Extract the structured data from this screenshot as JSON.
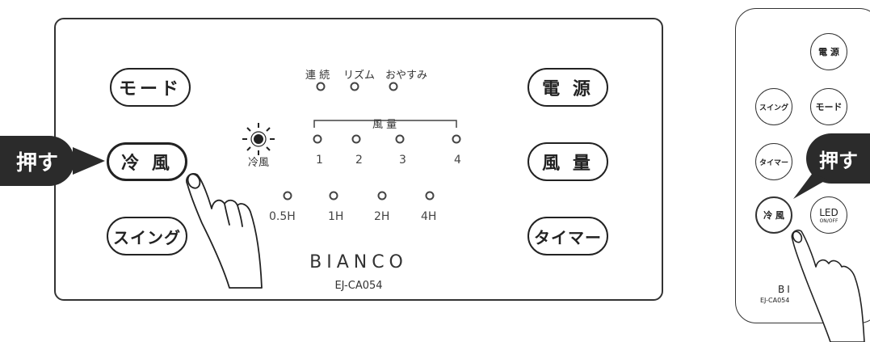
{
  "panel": {
    "buttons": {
      "mode": "モード",
      "cool": "冷 風",
      "swing": "スイング",
      "power": "電 源",
      "airflow": "風 量",
      "timer": "タイマー"
    },
    "mode_leds": [
      "連 続",
      "リズム",
      "おやすみ"
    ],
    "airflow_bracket_label": "風 量",
    "airflow_levels": [
      "1",
      "2",
      "3",
      "4"
    ],
    "cool_indicator_label": "冷風",
    "timer_leds": [
      "0.5H",
      "1H",
      "2H",
      "4H"
    ],
    "brand": "BIANCO",
    "model": "EJ-CA054",
    "callout": "押す"
  },
  "remote": {
    "buttons": {
      "power": "電 源",
      "swing": "スイング",
      "mode": "モード",
      "timer": "タイマー",
      "cool": "冷 風",
      "led": "LED",
      "led_sub": "ON/OFF"
    },
    "brand": "BI",
    "model": "EJ-CA054",
    "callout": "押す"
  }
}
